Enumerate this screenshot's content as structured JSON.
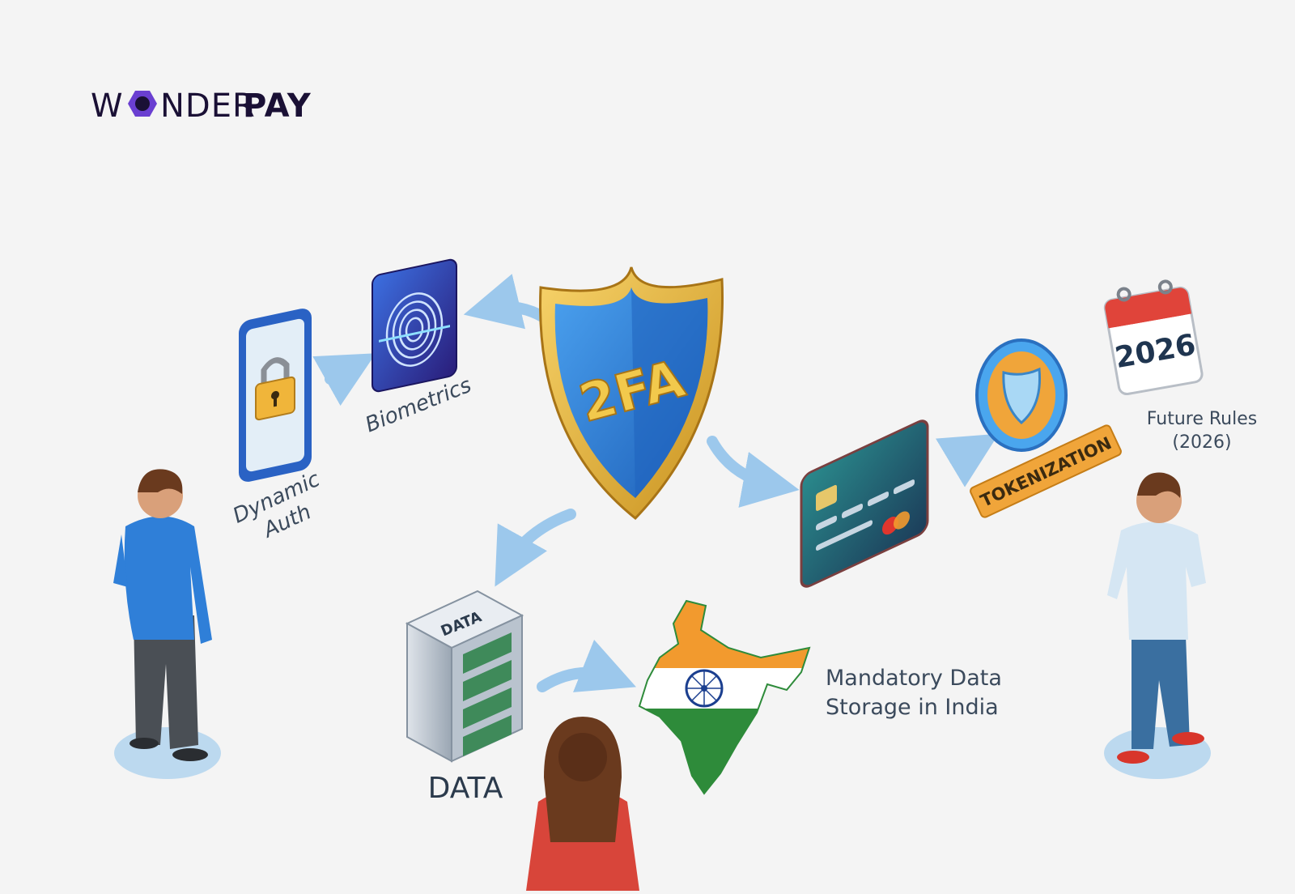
{
  "brand": {
    "name_part1": "W",
    "name_part2": "NDER",
    "name_part3": "PAY",
    "colors": {
      "dark": "#1a1035",
      "accent": "#6a3fd1"
    }
  },
  "diagram": {
    "center": {
      "label": "2FA",
      "icon": "shield-icon"
    },
    "nodes": {
      "dynamic_auth": {
        "line1": "Dynamic",
        "line2": "Auth",
        "icon": "phone-lock-icon"
      },
      "biometrics": {
        "label": "Biometrics",
        "icon": "fingerprint-icon"
      },
      "tokenization": {
        "label": "TOKENIZATION",
        "icon": "token-coin-icon"
      },
      "card": {
        "icon": "credit-card-icon"
      },
      "future_rules": {
        "line1": "Future Rules",
        "line2": "(2026)",
        "calendar_year": "2026",
        "icon": "calendar-icon"
      },
      "data": {
        "label": "DATA",
        "server_label": "DATA",
        "icon": "server-icon"
      },
      "india": {
        "line1": "Mandatory Data",
        "line2": "Storage in India",
        "icon": "india-map-icon"
      }
    },
    "colors": {
      "shield_blue": "#2f7fd8",
      "shield_gold": "#e8b53a",
      "arrow": "#9cc8ec",
      "saffron": "#f29a2e",
      "green": "#2e8b3a",
      "token_orange": "#f0a53a"
    }
  }
}
